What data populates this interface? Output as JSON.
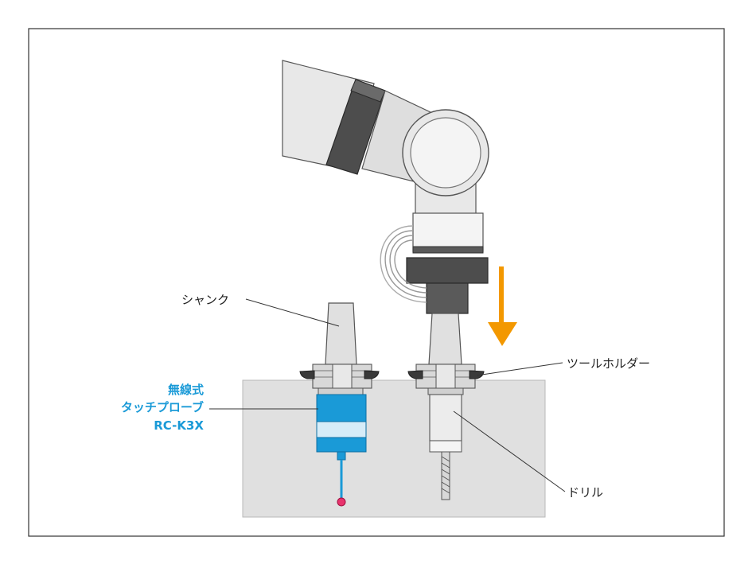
{
  "labels": {
    "shank": "シャンク",
    "tool_holder": "ツールホルダー",
    "drill": "ドリル",
    "probe_line1": "無線式",
    "probe_line2": "タッチプローブ",
    "probe_line3": "RC-K3X"
  },
  "colors": {
    "accent_blue": "#1a9ad7",
    "arrow_orange": "#f39800",
    "robot_light": "#e8e8e8",
    "robot_dark": "#4d4d4d",
    "work_surface": "#e0e0e0",
    "probe_tip": "#e8336d",
    "frame": "#333333"
  },
  "icons": {
    "arrow": "down-arrow-icon"
  }
}
